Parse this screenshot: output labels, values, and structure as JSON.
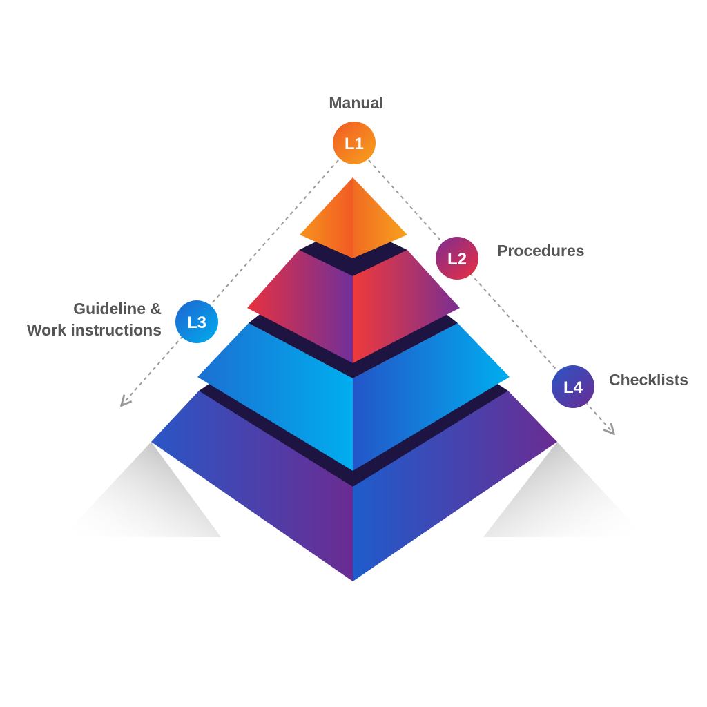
{
  "levels": [
    {
      "id": "L1",
      "badge": "L1",
      "label": "Manual",
      "color_dark": "#ef6a22",
      "color_light": "#f7941d"
    },
    {
      "id": "L2",
      "badge": "L2",
      "label": "Procedures",
      "color_dark": "#e02f45",
      "color_light": "#7b2f91"
    },
    {
      "id": "L3",
      "badge": "L3",
      "label_lines": [
        "Guideline &",
        "Work instructions"
      ],
      "color_dark": "#1b75d0",
      "color_light": "#00aeef"
    },
    {
      "id": "L4",
      "badge": "L4",
      "label": "Checklists",
      "color_dark": "#2553c4",
      "color_light": "#662d91"
    }
  ]
}
